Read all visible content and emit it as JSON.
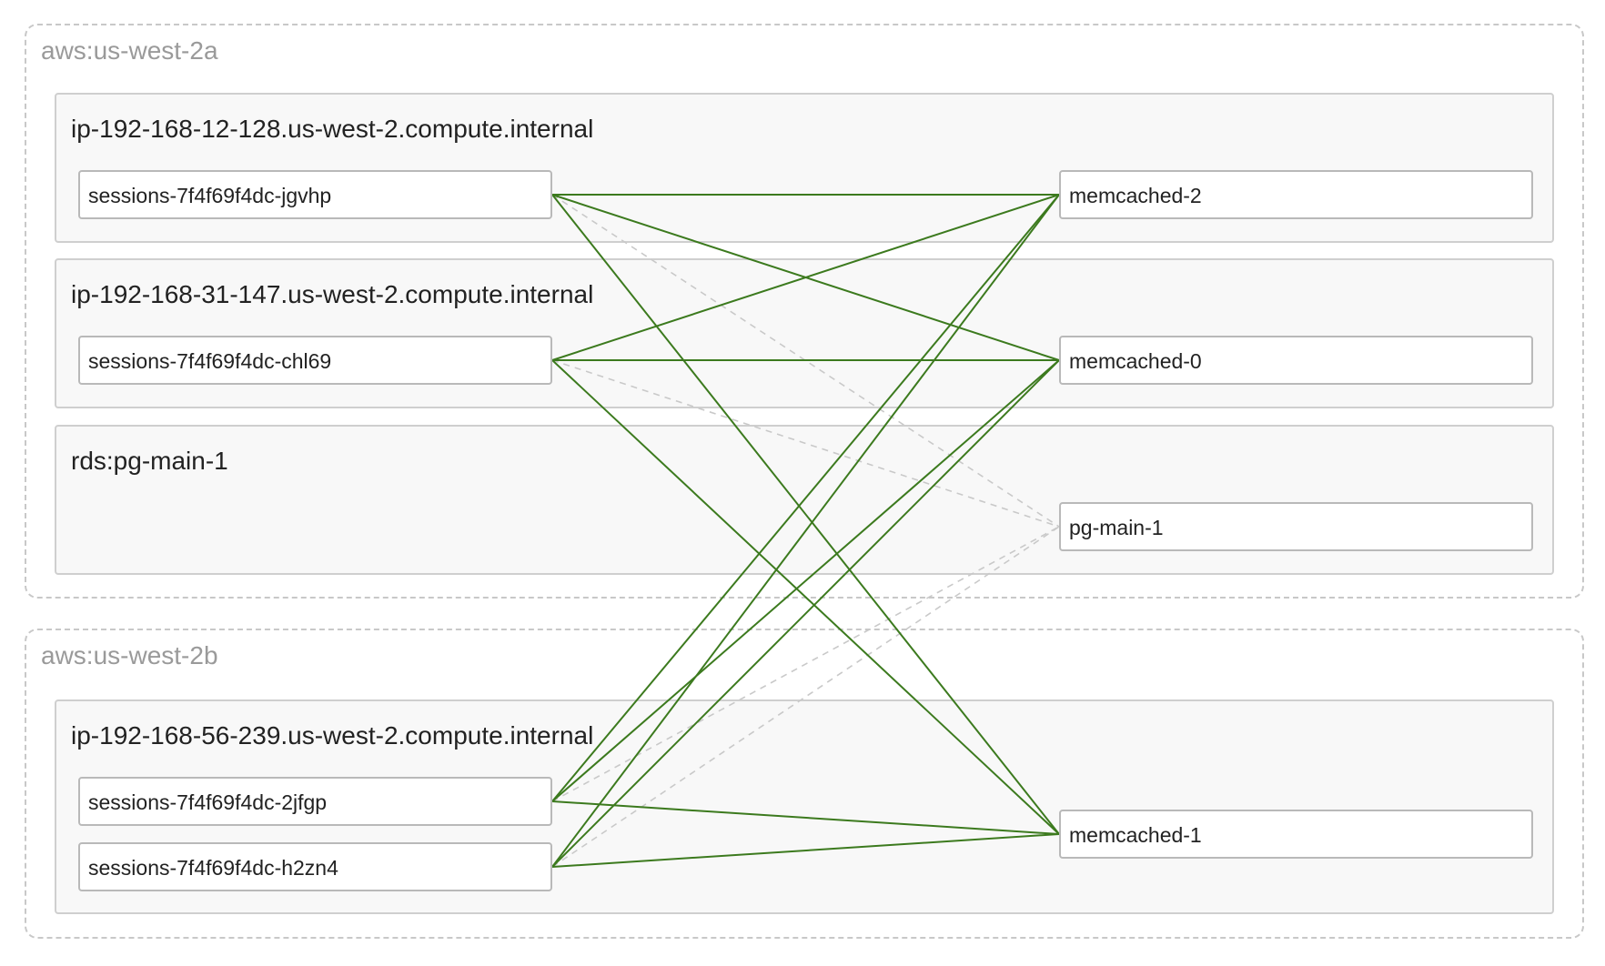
{
  "zones": [
    {
      "id": "us-west-2a",
      "label": "aws:us-west-2a"
    },
    {
      "id": "us-west-2b",
      "label": "aws:us-west-2b"
    }
  ],
  "hosts": [
    {
      "id": "h12",
      "label": "ip-192-168-12-128.us-west-2.compute.internal"
    },
    {
      "id": "h31",
      "label": "ip-192-168-31-147.us-west-2.compute.internal"
    },
    {
      "id": "rds",
      "label": "rds:pg-main-1"
    },
    {
      "id": "h56",
      "label": "ip-192-168-56-239.us-west-2.compute.internal"
    }
  ],
  "nodes": {
    "jgvhp": "sessions-7f4f69f4dc-jgvhp",
    "chl69": "sessions-7f4f69f4dc-chl69",
    "2jfgp": "sessions-7f4f69f4dc-2jfgp",
    "h2zn4": "sessions-7f4f69f4dc-h2zn4",
    "memcached2": "memcached-2",
    "memcached0": "memcached-0",
    "pgmain1": "pg-main-1",
    "memcached1": "memcached-1"
  },
  "edges": [
    {
      "from": "jgvhp",
      "to": "memcached2",
      "status": "active"
    },
    {
      "from": "jgvhp",
      "to": "memcached0",
      "status": "active"
    },
    {
      "from": "jgvhp",
      "to": "memcached1",
      "status": "active"
    },
    {
      "from": "jgvhp",
      "to": "pgmain1",
      "status": "idle"
    },
    {
      "from": "chl69",
      "to": "memcached2",
      "status": "active"
    },
    {
      "from": "chl69",
      "to": "memcached0",
      "status": "active"
    },
    {
      "from": "chl69",
      "to": "memcached1",
      "status": "active"
    },
    {
      "from": "chl69",
      "to": "pgmain1",
      "status": "idle"
    },
    {
      "from": "2jfgp",
      "to": "memcached2",
      "status": "active"
    },
    {
      "from": "2jfgp",
      "to": "memcached0",
      "status": "active"
    },
    {
      "from": "2jfgp",
      "to": "memcached1",
      "status": "active"
    },
    {
      "from": "2jfgp",
      "to": "pgmain1",
      "status": "idle"
    },
    {
      "from": "h2zn4",
      "to": "memcached2",
      "status": "active"
    },
    {
      "from": "h2zn4",
      "to": "memcached0",
      "status": "active"
    },
    {
      "from": "h2zn4",
      "to": "memcached1",
      "status": "active"
    },
    {
      "from": "h2zn4",
      "to": "pgmain1",
      "status": "idle"
    }
  ],
  "colors": {
    "active_edge": "#3c7a1e",
    "idle_edge": "#c9c9c9"
  }
}
